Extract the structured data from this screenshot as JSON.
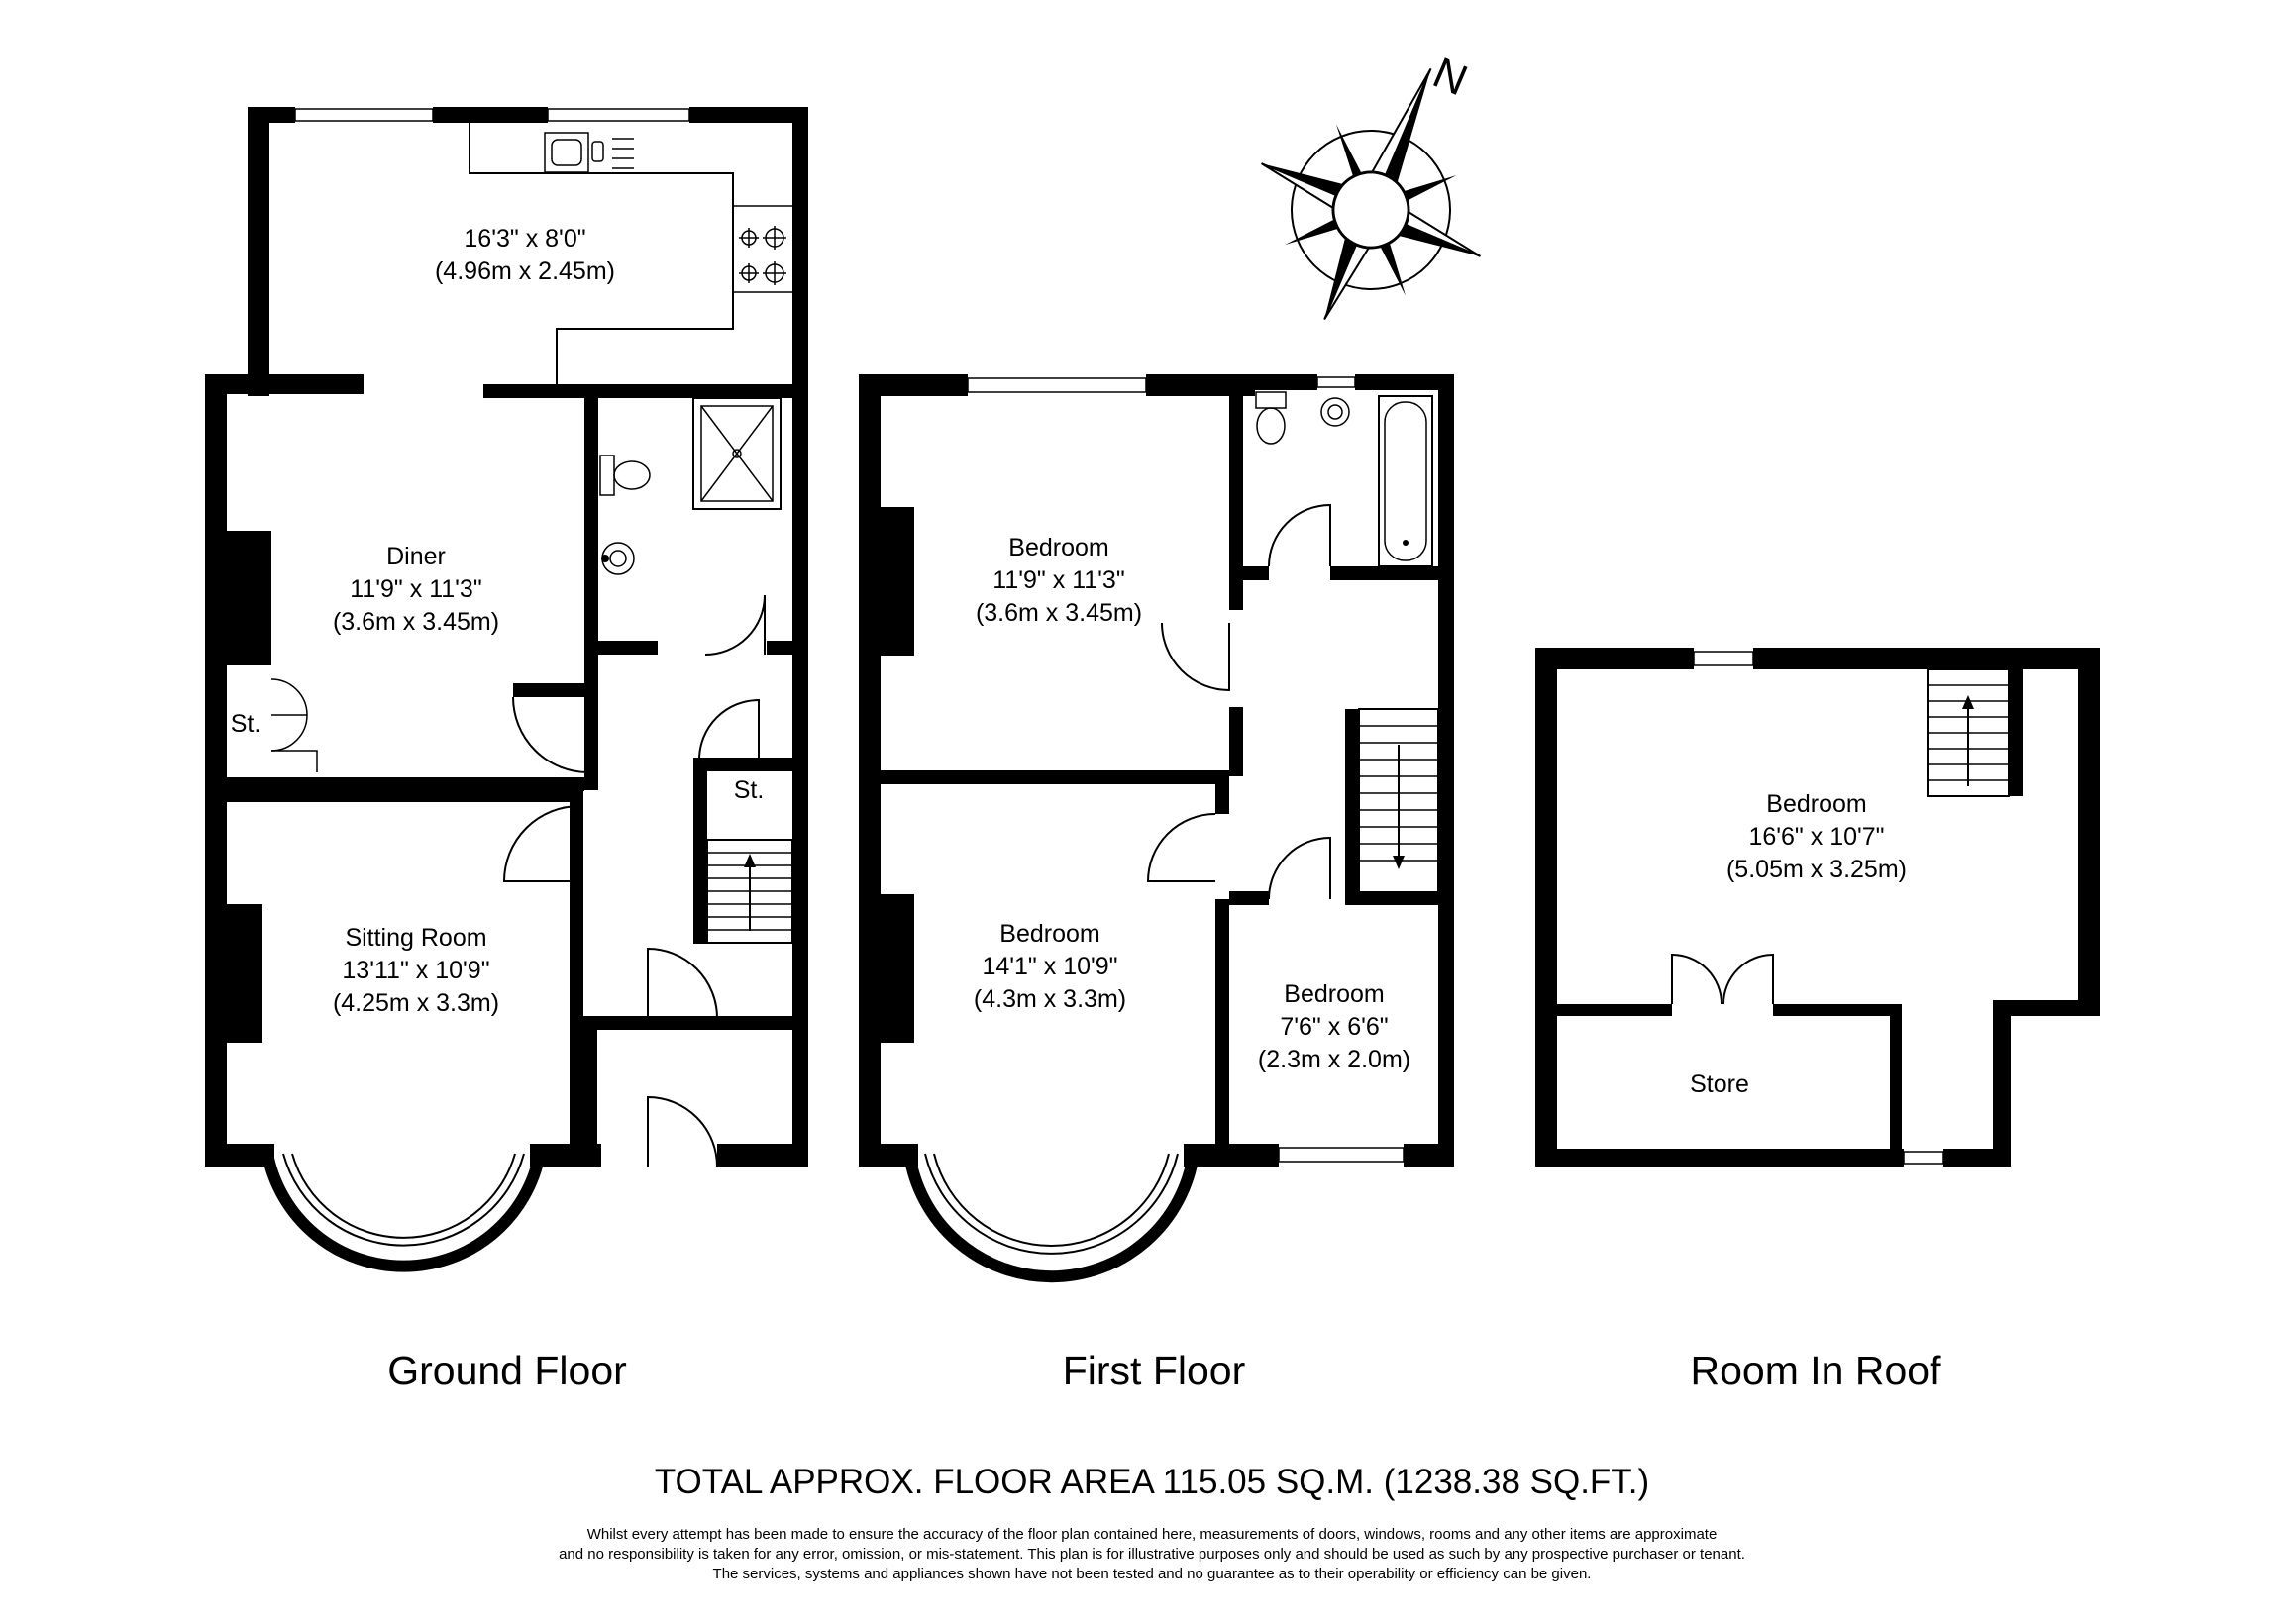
{
  "compass": {
    "label": "N"
  },
  "floors": {
    "ground": {
      "title": "Ground Floor",
      "kitchen": {
        "imperial": "16'3\" x 8'0\"",
        "metric": "(4.96m x 2.45m)"
      },
      "diner": {
        "name": "Diner",
        "imperial": "11'9\" x 11'3\"",
        "metric": "(3.6m x 3.45m)"
      },
      "store_left": "St.",
      "store_hall": "St.",
      "sitting": {
        "name": "Sitting Room",
        "imperial": "13'11\" x 10'9\"",
        "metric": "(4.25m x 3.3m)"
      }
    },
    "first": {
      "title": "First Floor",
      "bedroom_back": {
        "name": "Bedroom",
        "imperial": "11'9\" x 11'3\"",
        "metric": "(3.6m x 3.45m)"
      },
      "bedroom_front": {
        "name": "Bedroom",
        "imperial": "14'1\" x 10'9\"",
        "metric": "(4.3m x 3.3m)"
      },
      "bedroom_small": {
        "name": "Bedroom",
        "imperial": "7'6\" x 6'6\"",
        "metric": "(2.3m x 2.0m)"
      }
    },
    "roof": {
      "title": "Room In Roof",
      "bedroom": {
        "name": "Bedroom",
        "imperial": "16'6\" x 10'7\"",
        "metric": "(5.05m x 3.25m)"
      },
      "store": "Store"
    }
  },
  "total_area": "TOTAL APPROX. FLOOR AREA 115.05 SQ.M. (1238.38 SQ.FT.)",
  "disclaimer": [
    "Whilst every attempt has been made to ensure the accuracy of the floor plan contained here, measurements of doors, windows, rooms and any other items are approximate",
    "and no responsibility is taken for any error, omission, or mis-statement. This plan is for illustrative purposes only and should be used as such by any prospective purchaser or tenant.",
    "The services, systems and appliances shown have not been tested and no guarantee as to their operability or efficiency can be given."
  ]
}
